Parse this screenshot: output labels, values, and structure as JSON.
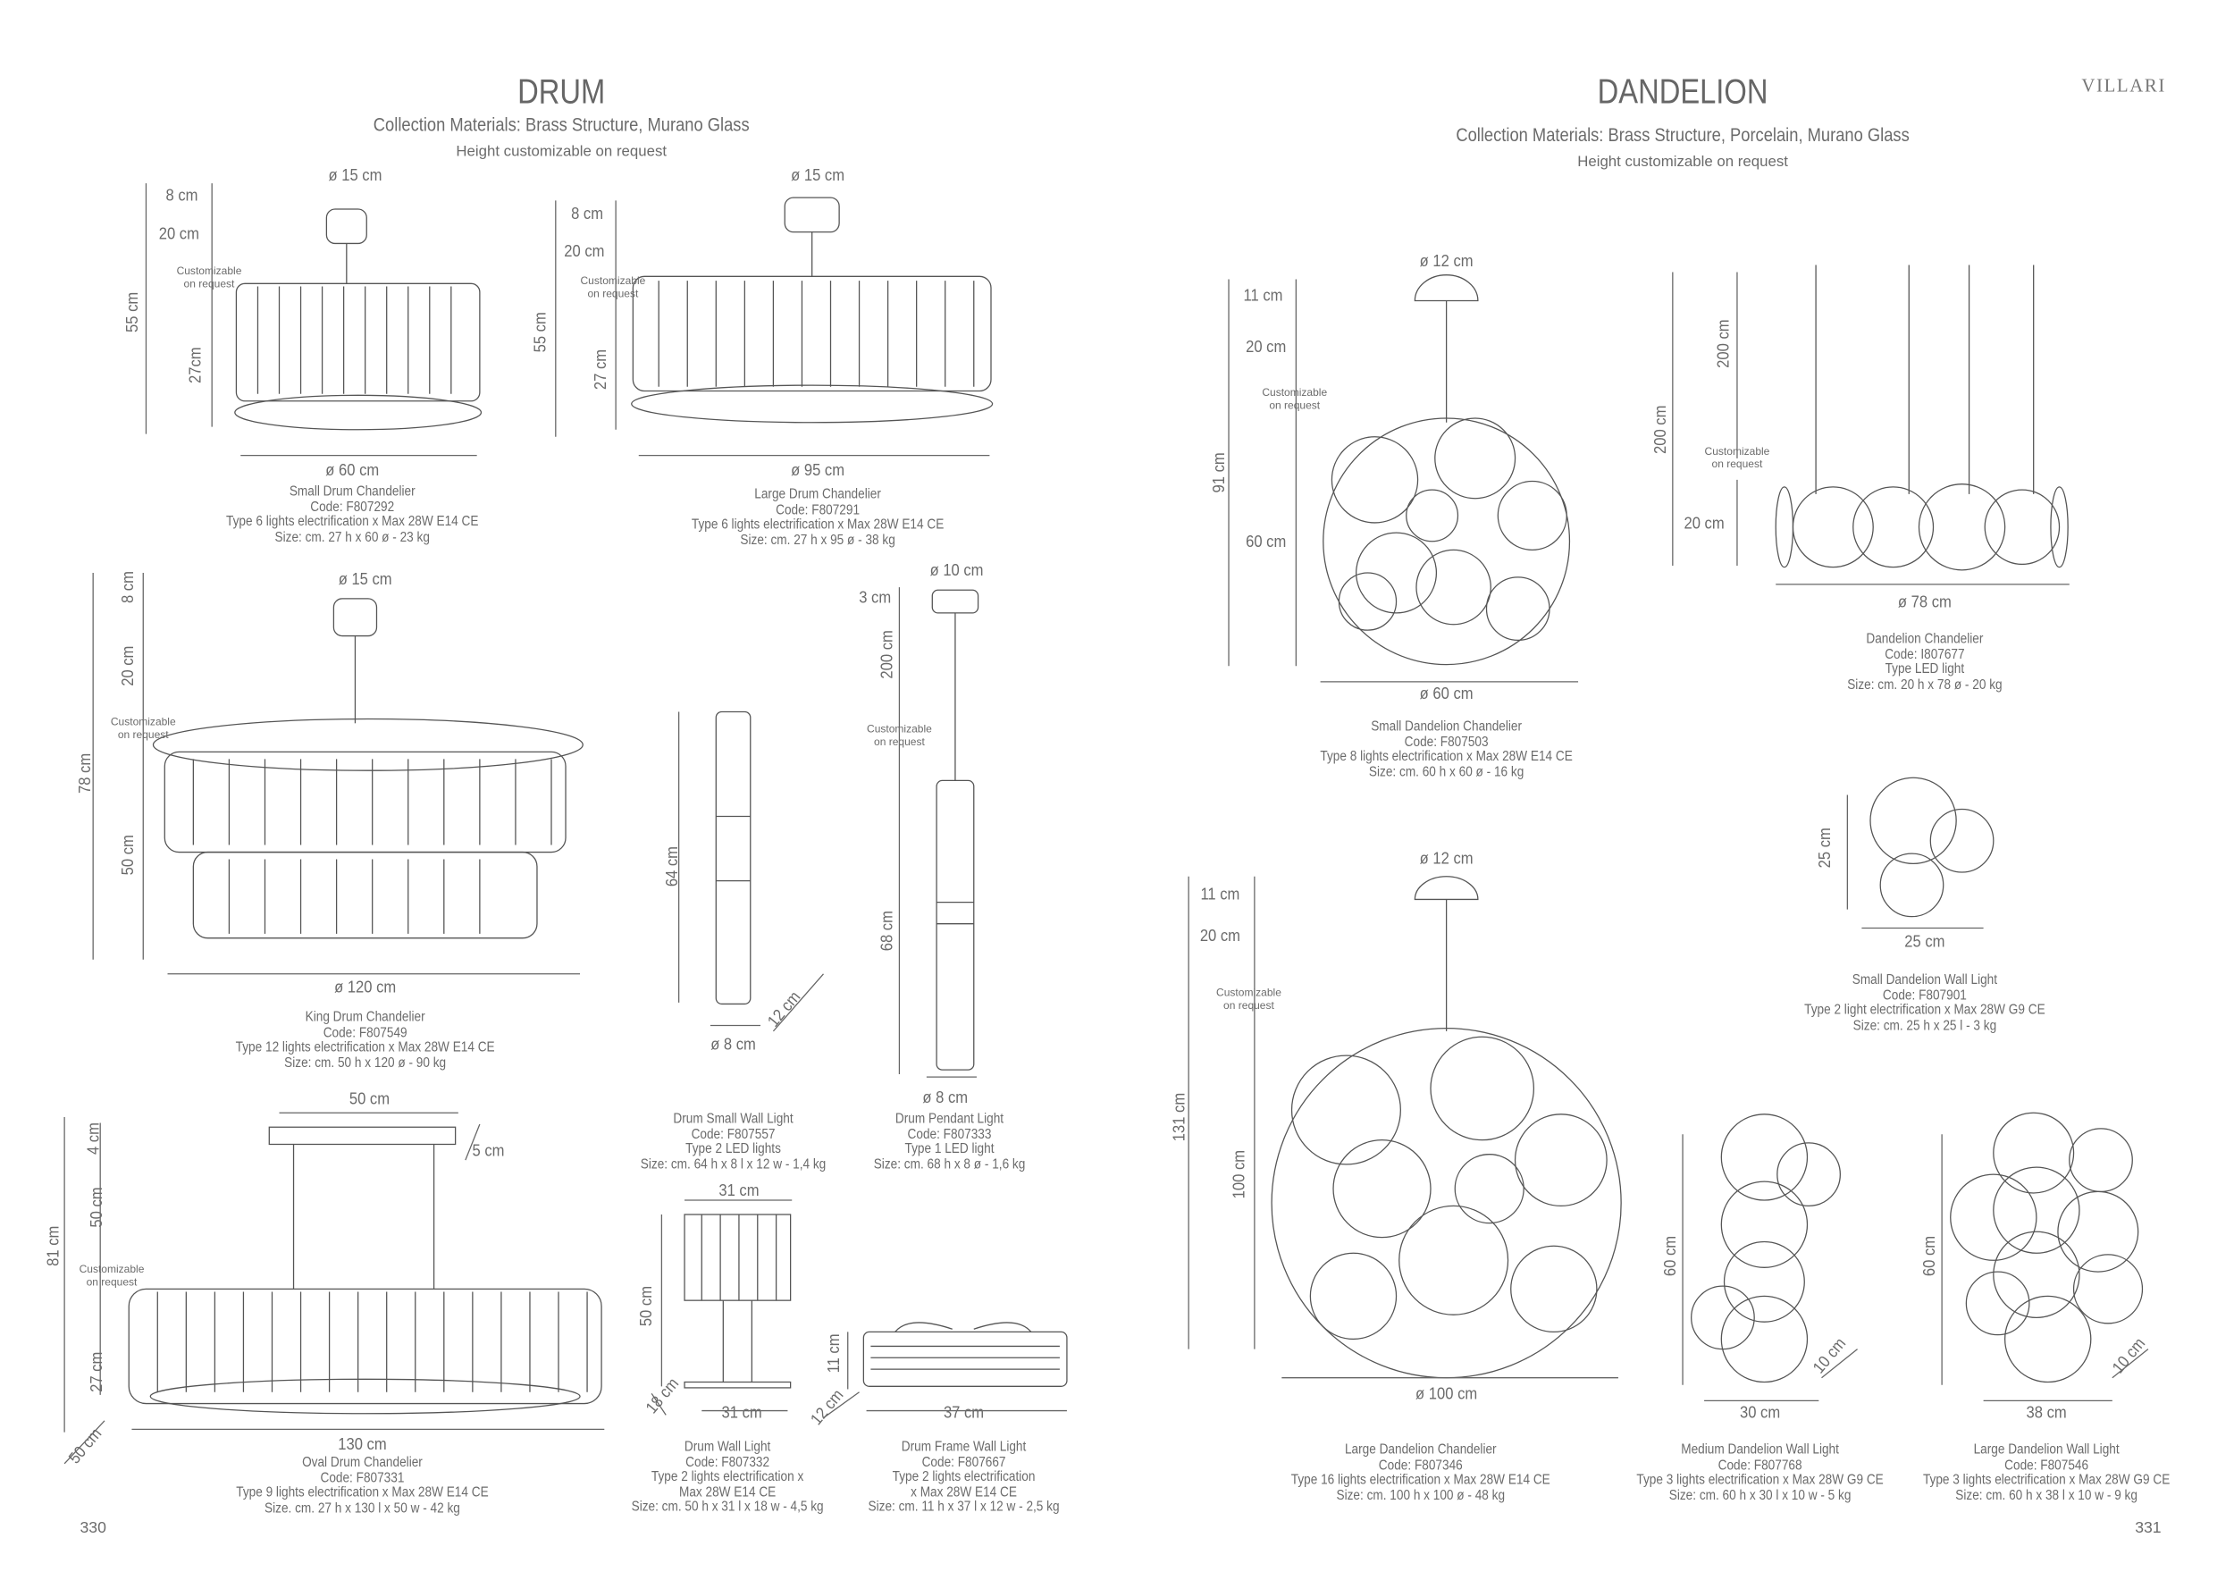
{
  "brand": "VILLARI",
  "pages": {
    "left_number": "330",
    "right_number": "331"
  },
  "drum": {
    "title": "DRUM",
    "materials": "Collection Materials: Brass Structure, Murano Glass",
    "height_note": "Height customizable on request"
  },
  "dandelion": {
    "title": "DANDELION",
    "materials": "Collection Materials: Brass Structure, Porcelain, Murano Glass",
    "height_note": "Height customizable on request"
  },
  "customizable": [
    "Customizable",
    "on request"
  ],
  "products": {
    "small_drum": {
      "name": "Small Drum Chandelier",
      "code": "Code: F807292",
      "type": "Type 6 lights electrification x Max 28W E14 CE",
      "size": "Size: cm. 27 h x 60 ø - 23 kg",
      "dims": {
        "canopy": "ø 15 cm",
        "d1": "8 cm",
        "d2": "20 cm",
        "total": "55 cm",
        "body": "27cm",
        "width": "ø 60 cm"
      }
    },
    "large_drum": {
      "name": "Large Drum Chandelier",
      "code": "Code: F807291",
      "type": "Type 6 lights electrification x Max 28W E14 CE",
      "size": "Size: cm. 27 h x 95 ø - 38 kg",
      "dims": {
        "canopy": "ø 15 cm",
        "d1": "8 cm",
        "d2": "20 cm",
        "total": "55 cm",
        "body": "27 cm",
        "width": "ø 95 cm"
      }
    },
    "king_drum": {
      "name": "King Drum Chandelier",
      "code": "Code: F807549",
      "type": "Type 12 lights electrification x Max 28W E14 CE",
      "size": "Size: cm. 50 h x 120 ø - 90 kg",
      "dims": {
        "canopy": "ø 15 cm",
        "d1": "8 cm",
        "d2": "20 cm",
        "total": "78 cm",
        "body": "50 cm",
        "width": "ø 120 cm"
      }
    },
    "drum_small_wall": {
      "name": "Drum Small Wall Light",
      "code": "Code: F807557",
      "type": "Type 2 LED lights",
      "size": "Size: cm. 64 h x 8 l x 12 w - 1,4 kg",
      "dims": {
        "height": "64 cm",
        "depth": "12 cm",
        "width": "ø 8 cm"
      }
    },
    "drum_pendant": {
      "name": "Drum Pendant Light",
      "code": "Code: F807333",
      "type": "Type 1 LED light",
      "size": "Size: cm. 68 h x 8 ø - 1,6 kg",
      "dims": {
        "canopy": "ø 10 cm",
        "d1": "3 cm",
        "d2": "200 cm",
        "body": "68 cm",
        "width": "ø 8 cm"
      }
    },
    "oval_drum": {
      "name": "Oval Drum Chandelier",
      "code": "Code: F807331",
      "type": "Type 9 lights electrification x Max 28W E14 CE",
      "size": "Size. cm. 27 h x 130 l x 50 w - 42 kg",
      "dims": {
        "canopy_w": "50 cm",
        "canopy_d": "5 cm",
        "d1": "4 cm",
        "d2": "50 cm",
        "total": "81 cm",
        "body": "27 cm",
        "width": "130 cm",
        "depth": "50 cm"
      }
    },
    "drum_wall": {
      "name": "Drum Wall Light",
      "code": "Code: F807332",
      "type": "Type 2 lights electrification x",
      "type2": "Max 28W E14 CE",
      "size": "Size: cm. 50 h x 31 l x 18 w - 4,5 kg",
      "dims": {
        "top": "31 cm",
        "height": "50 cm",
        "depth": "18 cm",
        "width": "31 cm"
      }
    },
    "drum_frame_wall": {
      "name": "Drum Frame Wall Light",
      "code": "Code: F807667",
      "type": "Type 2 lights electrification",
      "type2": "x Max 28W E14 CE",
      "size": "Size: cm. 11 h x 37 l x 12 w - 2,5 kg",
      "dims": {
        "height": "11 cm",
        "depth": "12 cm",
        "width": "37 cm"
      }
    },
    "small_dandelion": {
      "name": "Small Dandelion Chandelier",
      "code": "Code: F807503",
      "type": "Type 8 lights electrification x Max 28W E14 CE",
      "size": "Size: cm. 60 h x 60 ø - 16 kg",
      "dims": {
        "canopy": "ø 12 cm",
        "d1": "11 cm",
        "d2": "20 cm",
        "total": "91 cm",
        "body": "60 cm",
        "width": "ø 60 cm"
      }
    },
    "dandelion_chandelier": {
      "name": "Dandelion Chandelier",
      "code": "Code: I807677",
      "type": "Type LED light",
      "size": "Size: cm. 20 h x 78 ø  - 20 kg",
      "dims": {
        "cable": "200 cm",
        "total": "200 cm",
        "body": "20 cm",
        "width": "ø 78 cm"
      }
    },
    "small_dandelion_wall": {
      "name": "Small Dandelion Wall Light",
      "code": "Code: F807901",
      "type": "Type 2 light electrification x Max 28W G9 CE",
      "size": "Size: cm. 25 h x 25 l - 3 kg",
      "dims": {
        "height": "25 cm",
        "width": "25 cm"
      }
    },
    "large_dandelion": {
      "name": "Large Dandelion Chandelier",
      "code": "Code: F807346",
      "type": "Type 16 lights electrification x Max 28W E14 CE",
      "size": "Size: cm. 100 h x 100 ø - 48 kg",
      "dims": {
        "canopy": "ø 12 cm",
        "d1": "11 cm",
        "d2": "20 cm",
        "total": "131 cm",
        "body": "100 cm",
        "width": "ø 100 cm"
      }
    },
    "medium_dandelion_wall": {
      "name": "Medium Dandelion Wall Light",
      "code": "Code: F807768",
      "type": "Type 3 lights electrification x Max 28W G9 CE",
      "size": "Size: cm. 60 h x 30 l x 10 w - 5 kg",
      "dims": {
        "height": "60 cm",
        "depth": "10 cm",
        "width": "30 cm"
      }
    },
    "large_dandelion_wall": {
      "name": "Large Dandelion Wall Light",
      "code": "Code: F807546",
      "type": "Type 3 lights electrification x Max 28W G9 CE",
      "size": "Size: cm. 60 h x 38 l x 10 w - 9 kg",
      "dims": {
        "height": "60 cm",
        "depth": "10 cm",
        "width": "38 cm"
      }
    }
  }
}
